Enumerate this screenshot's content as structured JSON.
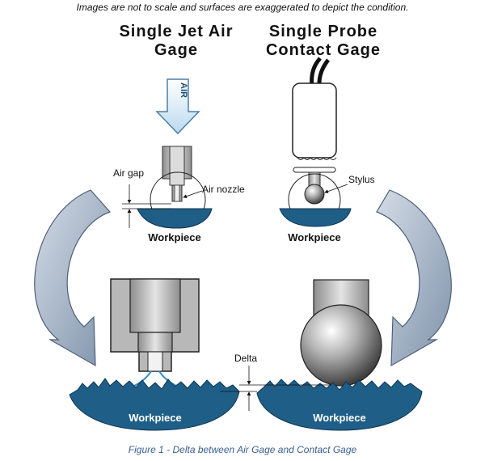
{
  "note": "Images are not to scale and surfaces are exaggerated to depict the condition.",
  "titles": {
    "left": "Single Jet Air Gage",
    "right": "Single Probe Contact Gage"
  },
  "labels": {
    "air": "AIR",
    "air_gap": "Air gap",
    "air_nozzle": "Air nozzle",
    "stylus": "Stylus",
    "workpiece": "Workpiece",
    "delta": "Delta"
  },
  "caption": "Figure 1 - Delta between Air Gage and Contact Gage",
  "colors": {
    "workpiece": "#1f5f87",
    "arrow_fill": "#a9b6c7",
    "air_arrow": "#cfe3f2",
    "steel": "#b8b8b8",
    "jet": "#2a8fc9"
  }
}
